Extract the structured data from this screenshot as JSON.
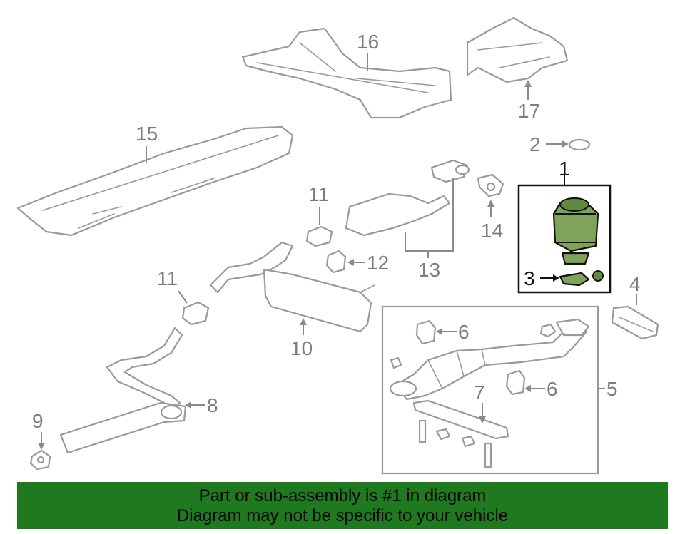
{
  "diagram": {
    "callouts": [
      "1",
      "2",
      "3",
      "4",
      "5",
      "6",
      "6",
      "7",
      "8",
      "9",
      "10",
      "11",
      "11",
      "12",
      "13",
      "14",
      "15",
      "16",
      "17"
    ]
  },
  "banner": {
    "line1": "Part or sub-assembly is #1 in diagram",
    "line2": "Diagram may not be specific to your vehicle"
  },
  "colors": {
    "banner_bg": "#1f7a1f",
    "highlight_part": "#7fa35a",
    "line_art": "#9a9a9a"
  }
}
